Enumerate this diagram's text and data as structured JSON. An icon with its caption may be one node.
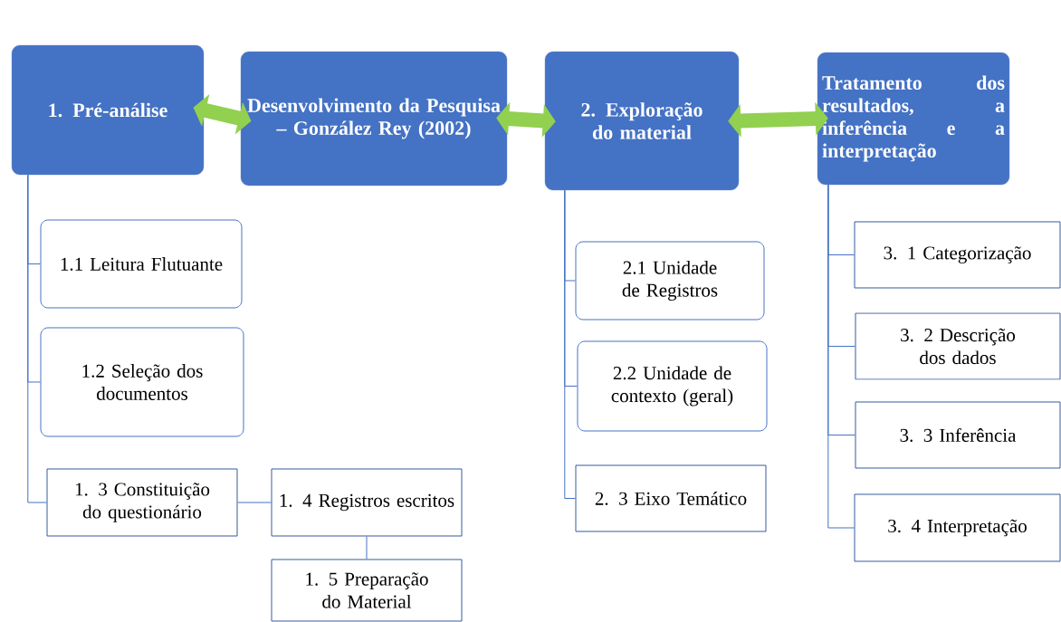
{
  "diagram": {
    "nodes": [
      {
        "text": [
          "1. Pré-análise"
        ]
      },
      {
        "text": [
          "Desenvolvimento da Pesquisa – González Rey (2002)"
        ]
      },
      {
        "text": [
          "2. Exploração do material"
        ]
      },
      {
        "text": [
          "Tratamento dos resultados, a inferência e a interpretação"
        ]
      },
      {
        "text": [
          "1.1 Leitura Flutuante"
        ]
      },
      {
        "text": [
          "1.2 Seleção dos documentos"
        ]
      },
      {
        "text": [
          "1. 3 Constituição do questionário"
        ]
      },
      {
        "text": [
          "1. 4 Registros escritos"
        ]
      },
      {
        "text": [
          "1. 5 Preparação do Material"
        ]
      },
      {
        "text": [
          "2.1 Unidade de Registros"
        ]
      },
      {
        "text": [
          "2.2 Unidade de contexto (geral)"
        ]
      },
      {
        "text": [
          "2. 3 Eixo Temático"
        ]
      },
      {
        "text": [
          "3. 1 Categorização"
        ]
      },
      {
        "text": [
          "3. 2 Descrição dos dados"
        ]
      },
      {
        "text": [
          "3. 3 Inferência"
        ]
      },
      {
        "text": [
          "3. 4 Interpretação"
        ]
      }
    ],
    "edges": [
      {
        "from": 0,
        "to": 1,
        "arrow": "both",
        "style": "thick",
        "color": "#92d050"
      },
      {
        "from": 1,
        "to": 2,
        "arrow": "both",
        "style": "thick",
        "color": "#92d050"
      },
      {
        "from": 2,
        "to": 3,
        "arrow": "both",
        "style": "thick",
        "color": "#92d050"
      },
      {
        "from": 0,
        "to": 4,
        "arrow": "none"
      },
      {
        "from": 0,
        "to": 5,
        "arrow": "none"
      },
      {
        "from": 0,
        "to": 6,
        "arrow": "none"
      },
      {
        "from": 6,
        "to": 7,
        "arrow": "none"
      },
      {
        "from": 7,
        "to": 8,
        "arrow": "none"
      },
      {
        "from": 2,
        "to": 9,
        "arrow": "none"
      },
      {
        "from": 2,
        "to": 10,
        "arrow": "none"
      },
      {
        "from": 2,
        "to": 11,
        "arrow": "none"
      },
      {
        "from": 3,
        "to": 12,
        "arrow": "none"
      },
      {
        "from": 3,
        "to": 13,
        "arrow": "none"
      },
      {
        "from": 3,
        "to": 14,
        "arrow": "none"
      },
      {
        "from": 3,
        "to": 15,
        "arrow": "none"
      }
    ]
  }
}
